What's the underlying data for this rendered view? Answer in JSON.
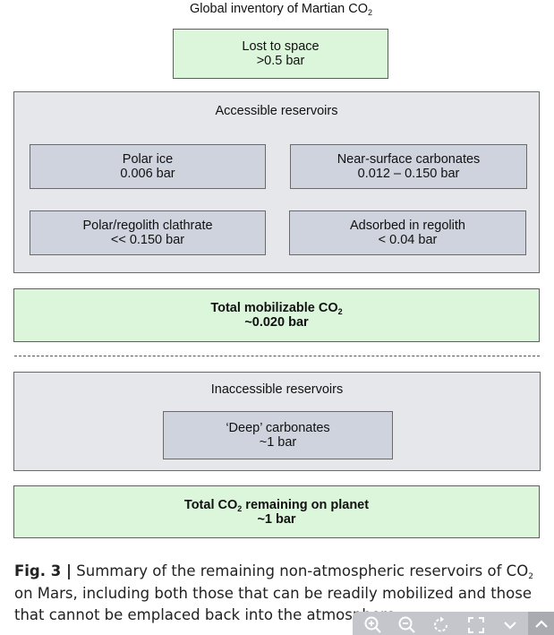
{
  "diagram": {
    "title_prefix": "Global inventory of Martian CO",
    "title_sub": "2",
    "lost": {
      "label": "Lost to space",
      "value": ">0.5 bar"
    },
    "accessible": {
      "title": "Accessible reservoirs",
      "polar_ice": {
        "label": "Polar ice",
        "value": "0.006 bar"
      },
      "carbonates": {
        "label": "Near-surface carbonates",
        "value": "0.012 – 0.150 bar"
      },
      "clathrate": {
        "label": "Polar/regolith clathrate",
        "value": "<< 0.150 bar"
      },
      "adsorbed": {
        "label": "Adsorbed in regolith",
        "value": "< 0.04 bar"
      }
    },
    "mobilizable": {
      "label_prefix": "Total mobilizable CO",
      "label_sub": "2",
      "value": "~0.020 bar"
    },
    "inaccessible": {
      "title": "Inaccessible reservoirs",
      "deep": {
        "label": "‘Deep’ carbonates",
        "value": "~1 bar"
      }
    },
    "remaining": {
      "label_prefix": "Total CO",
      "label_sub": "2",
      "label_suffix": " remaining on planet",
      "value": "~1 bar"
    }
  },
  "caption": {
    "label": "Fig. 3 |",
    "text_before": " Summary of the remaining non-atmospheric reservoirs of CO",
    "text_sub": "2",
    "text_after": " on Mars, including both those that can be readily mobilized and those that cannot be emplaced back into the atmosphere."
  },
  "toolbar": {
    "icons": [
      "zoom-in-icon",
      "zoom-out-icon",
      "rotate-icon",
      "fullscreen-icon",
      "chevron-down-icon",
      "chevron-up-icon"
    ]
  },
  "colors": {
    "green_box": "#dcf6dc",
    "gray_panel": "#e6e7eb",
    "blue_box": "#cfd3dd",
    "toolbar": "#c4c6cb"
  }
}
